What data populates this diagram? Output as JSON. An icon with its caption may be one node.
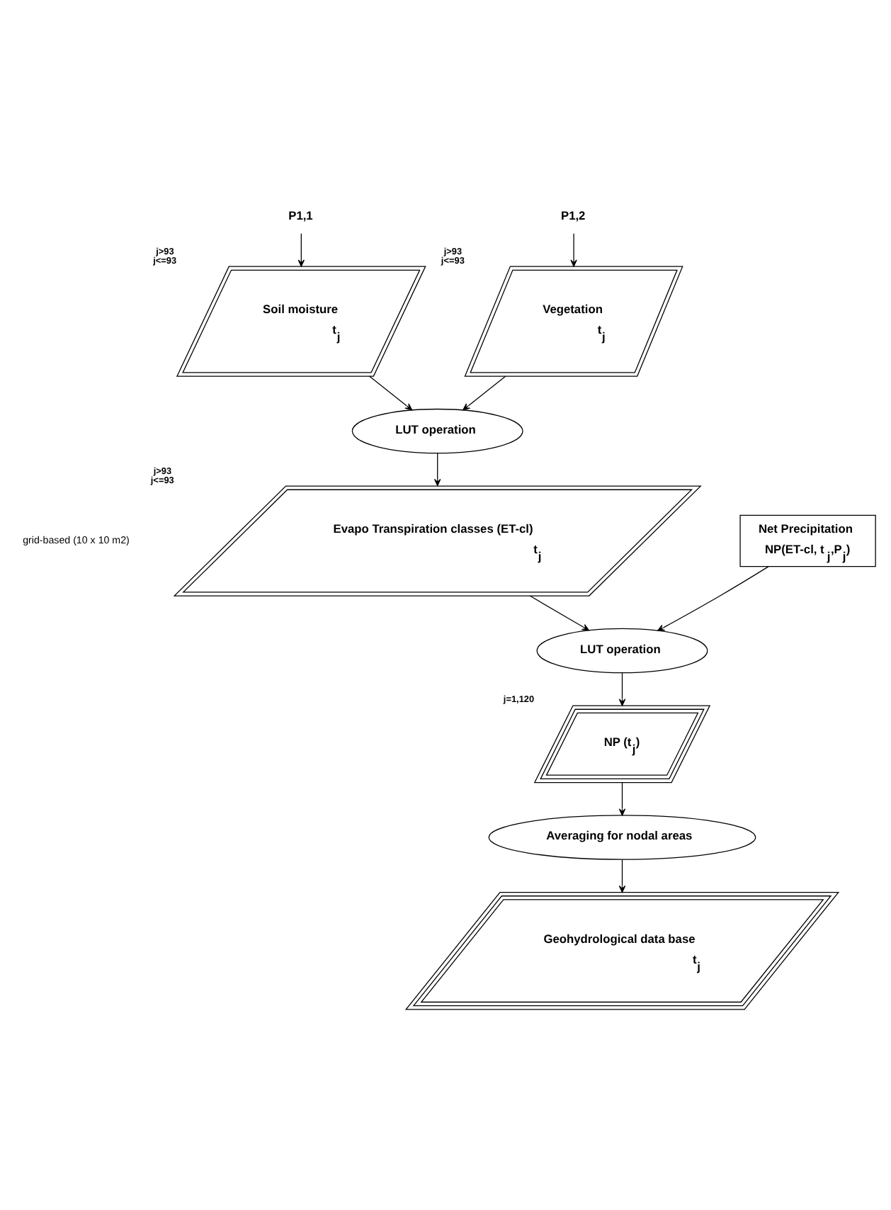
{
  "diagram": {
    "nodes": [
      {
        "text": [
          "P1,1"
        ]
      },
      {
        "text": [
          "P1,2"
        ]
      },
      {
        "text": [
          "Soil moisture",
          "t$_{j}$"
        ],
        "beside": [
          "j>93",
          "j<=93"
        ]
      },
      {
        "text": [
          "Vegetation",
          "t$_{j}$"
        ],
        "beside": [
          "j>93",
          "j<=93"
        ]
      },
      {
        "text": [
          "LUT operation"
        ]
      },
      {
        "text": [
          "Evapo Transpiration classes (ET-cl)",
          "t$_{j}$"
        ],
        "beside": [
          "j>93",
          "j<=93"
        ]
      },
      {
        "text": [
          "Net Precipitation",
          "NP(ET-cl, t$_{j}$,P$_{j}$)"
        ]
      },
      {
        "text": [
          "LUT operation"
        ]
      },
      {
        "text": [
          "NP (t$_{j}$)"
        ],
        "beside": [
          "j=1,120"
        ]
      },
      {
        "text": [
          "Averaging for nodal areas"
        ]
      },
      {
        "text": [
          "Geohydrological data base",
          "t$_{j}$"
        ]
      }
    ],
    "edges": [
      {
        "from": 0,
        "to": 2,
        "arrow": "to"
      },
      {
        "from": 1,
        "to": 3,
        "arrow": "to"
      },
      {
        "from": 2,
        "to": 4,
        "arrow": "to"
      },
      {
        "from": 3,
        "to": 4,
        "arrow": "to"
      },
      {
        "from": 4,
        "to": 5,
        "arrow": "to"
      },
      {
        "from": 5,
        "to": 7,
        "arrow": "to"
      },
      {
        "from": 6,
        "to": 7,
        "arrow": "to"
      },
      {
        "from": 7,
        "to": 8,
        "arrow": "to"
      },
      {
        "from": 8,
        "to": 9,
        "arrow": "to"
      },
      {
        "from": 9,
        "to": 10,
        "arrow": "to"
      }
    ],
    "labels": [
      "grid-based (10 x 10 m2)"
    ]
  }
}
